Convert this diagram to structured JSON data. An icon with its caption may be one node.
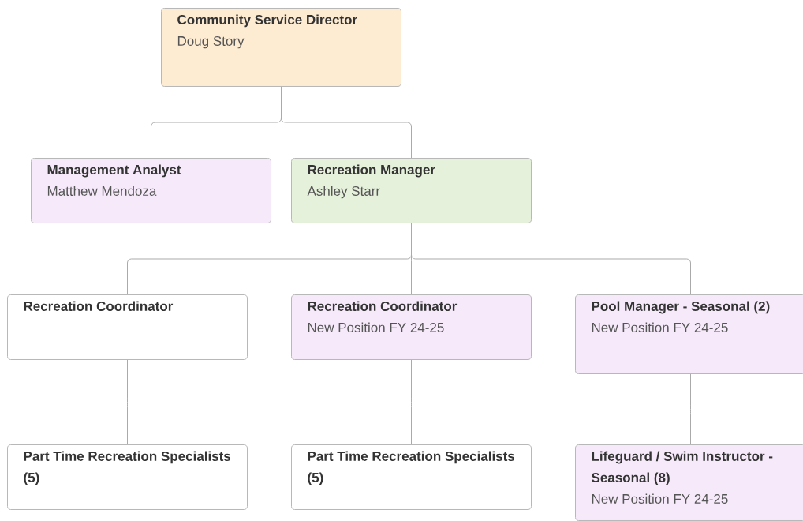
{
  "diagram": {
    "nodes": [
      {
        "text": [
          "Community Service Director",
          "Doug Story"
        ]
      },
      {
        "text": [
          "Management Analyst",
          "Matthew Mendoza"
        ]
      },
      {
        "text": [
          "Recreation Manager",
          "Ashley Starr"
        ]
      },
      {
        "text": [
          "Recreation Coordinator"
        ]
      },
      {
        "text": [
          "Recreation Coordinator",
          "New Position FY 24-25"
        ]
      },
      {
        "text": [
          "Pool Manager - Seasonal (2)",
          "New Position FY 24-25"
        ]
      },
      {
        "text": [
          "Part Time Recreation Specialists (5)"
        ]
      },
      {
        "text": [
          "Part Time Recreation Specialists (5)"
        ]
      },
      {
        "text": [
          "Lifeguard / Swim Instructor - Seasonal (8)",
          "New Position FY 24-25"
        ]
      }
    ],
    "edges": [
      {
        "from": 0,
        "to": 1,
        "arrow": "none"
      },
      {
        "from": 0,
        "to": 2,
        "arrow": "none"
      },
      {
        "from": 2,
        "to": 3,
        "arrow": "none"
      },
      {
        "from": 2,
        "to": 4,
        "arrow": "none"
      },
      {
        "from": 2,
        "to": 5,
        "arrow": "none"
      },
      {
        "from": 3,
        "to": 6,
        "arrow": "none"
      },
      {
        "from": 4,
        "to": 7,
        "arrow": "none"
      },
      {
        "from": 5,
        "to": 8,
        "arrow": "none"
      }
    ]
  }
}
